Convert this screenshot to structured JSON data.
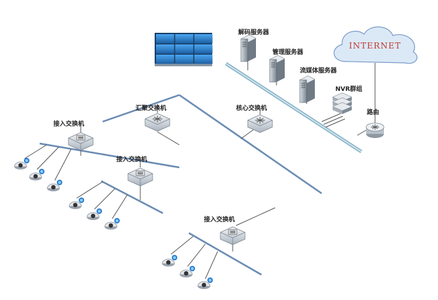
{
  "labels": {
    "decode_server": "解码服务器",
    "mgmt_server": "管理服务器",
    "stream_server": "流媒体服务器",
    "nvr_group": "NVR群组",
    "router": "路由",
    "core_switch": "核心交换机",
    "aggregation_switch": "汇聚交换机",
    "access_switch_1": "接入交换机",
    "access_switch_2": "接入交换机",
    "access_switch_3": "接入交换机"
  },
  "cloud": {
    "text": "INTERNET"
  },
  "colors": {
    "video_wall": "#2a7fc8",
    "backbone": "#8fb7c9",
    "cable": "#6a8bb3",
    "cloud": "#dbe9f7",
    "cloud_stroke": "#7a9cc6",
    "cloud_text": "#c0392b"
  },
  "icons": {
    "video_wall": "monitor-grid-icon",
    "server": "server-tower-icon",
    "nvr": "nvr-stack-icon",
    "router": "router-icon",
    "switch": "switch-icon",
    "camera": "dome-camera-icon"
  }
}
